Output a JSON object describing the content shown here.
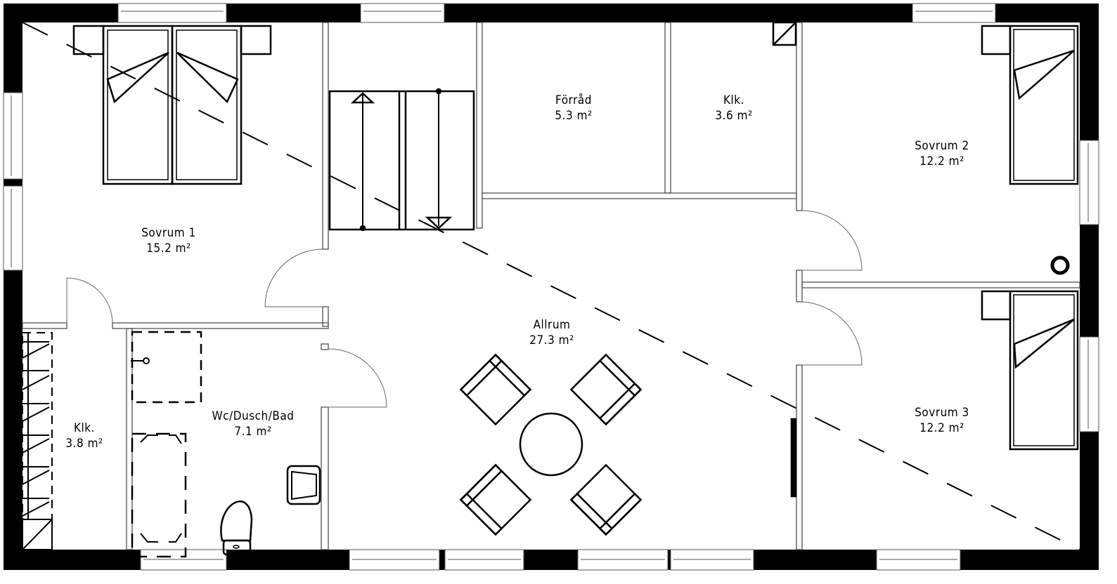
{
  "rooms": [
    {
      "name": "Sovrum 1",
      "area": "15.2 m²"
    },
    {
      "name": "Förråd",
      "area": "5.3 m²"
    },
    {
      "name": "Klk.",
      "area": "3.6 m²"
    },
    {
      "name": "Sovrum 2",
      "area": "12.2 m²"
    },
    {
      "name": "Allrum",
      "area": "27.3 m²"
    },
    {
      "name": "Wc/Dusch/Bad",
      "area": "7.1 m²"
    },
    {
      "name": "Klk.",
      "area": "3.8 m²"
    },
    {
      "name": "Sovrum 3",
      "area": "12.2 m²"
    }
  ],
  "colors": {
    "wall": "#000000",
    "background": "#ffffff"
  }
}
